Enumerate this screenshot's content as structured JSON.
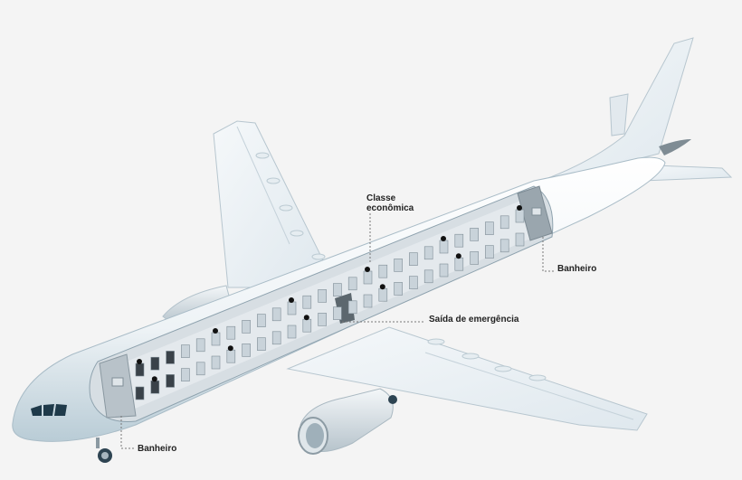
{
  "diagram": {
    "subject": "Airplane cutaway illustration",
    "background_color": "#f4f4f4",
    "fuselage_color": "#eef3f6",
    "shadow_color": "#b9ccd6",
    "cabin_floor_color": "#e1e6ea",
    "seat_color": "#c9d3da",
    "passenger_color": "#111111"
  },
  "labels": {
    "economy": {
      "line1": "Classe",
      "line2": "econômica"
    },
    "emergency_exit": "Saída de emergência",
    "rear_bathroom": "Banheiro",
    "front_bathroom": "Banheiro"
  }
}
